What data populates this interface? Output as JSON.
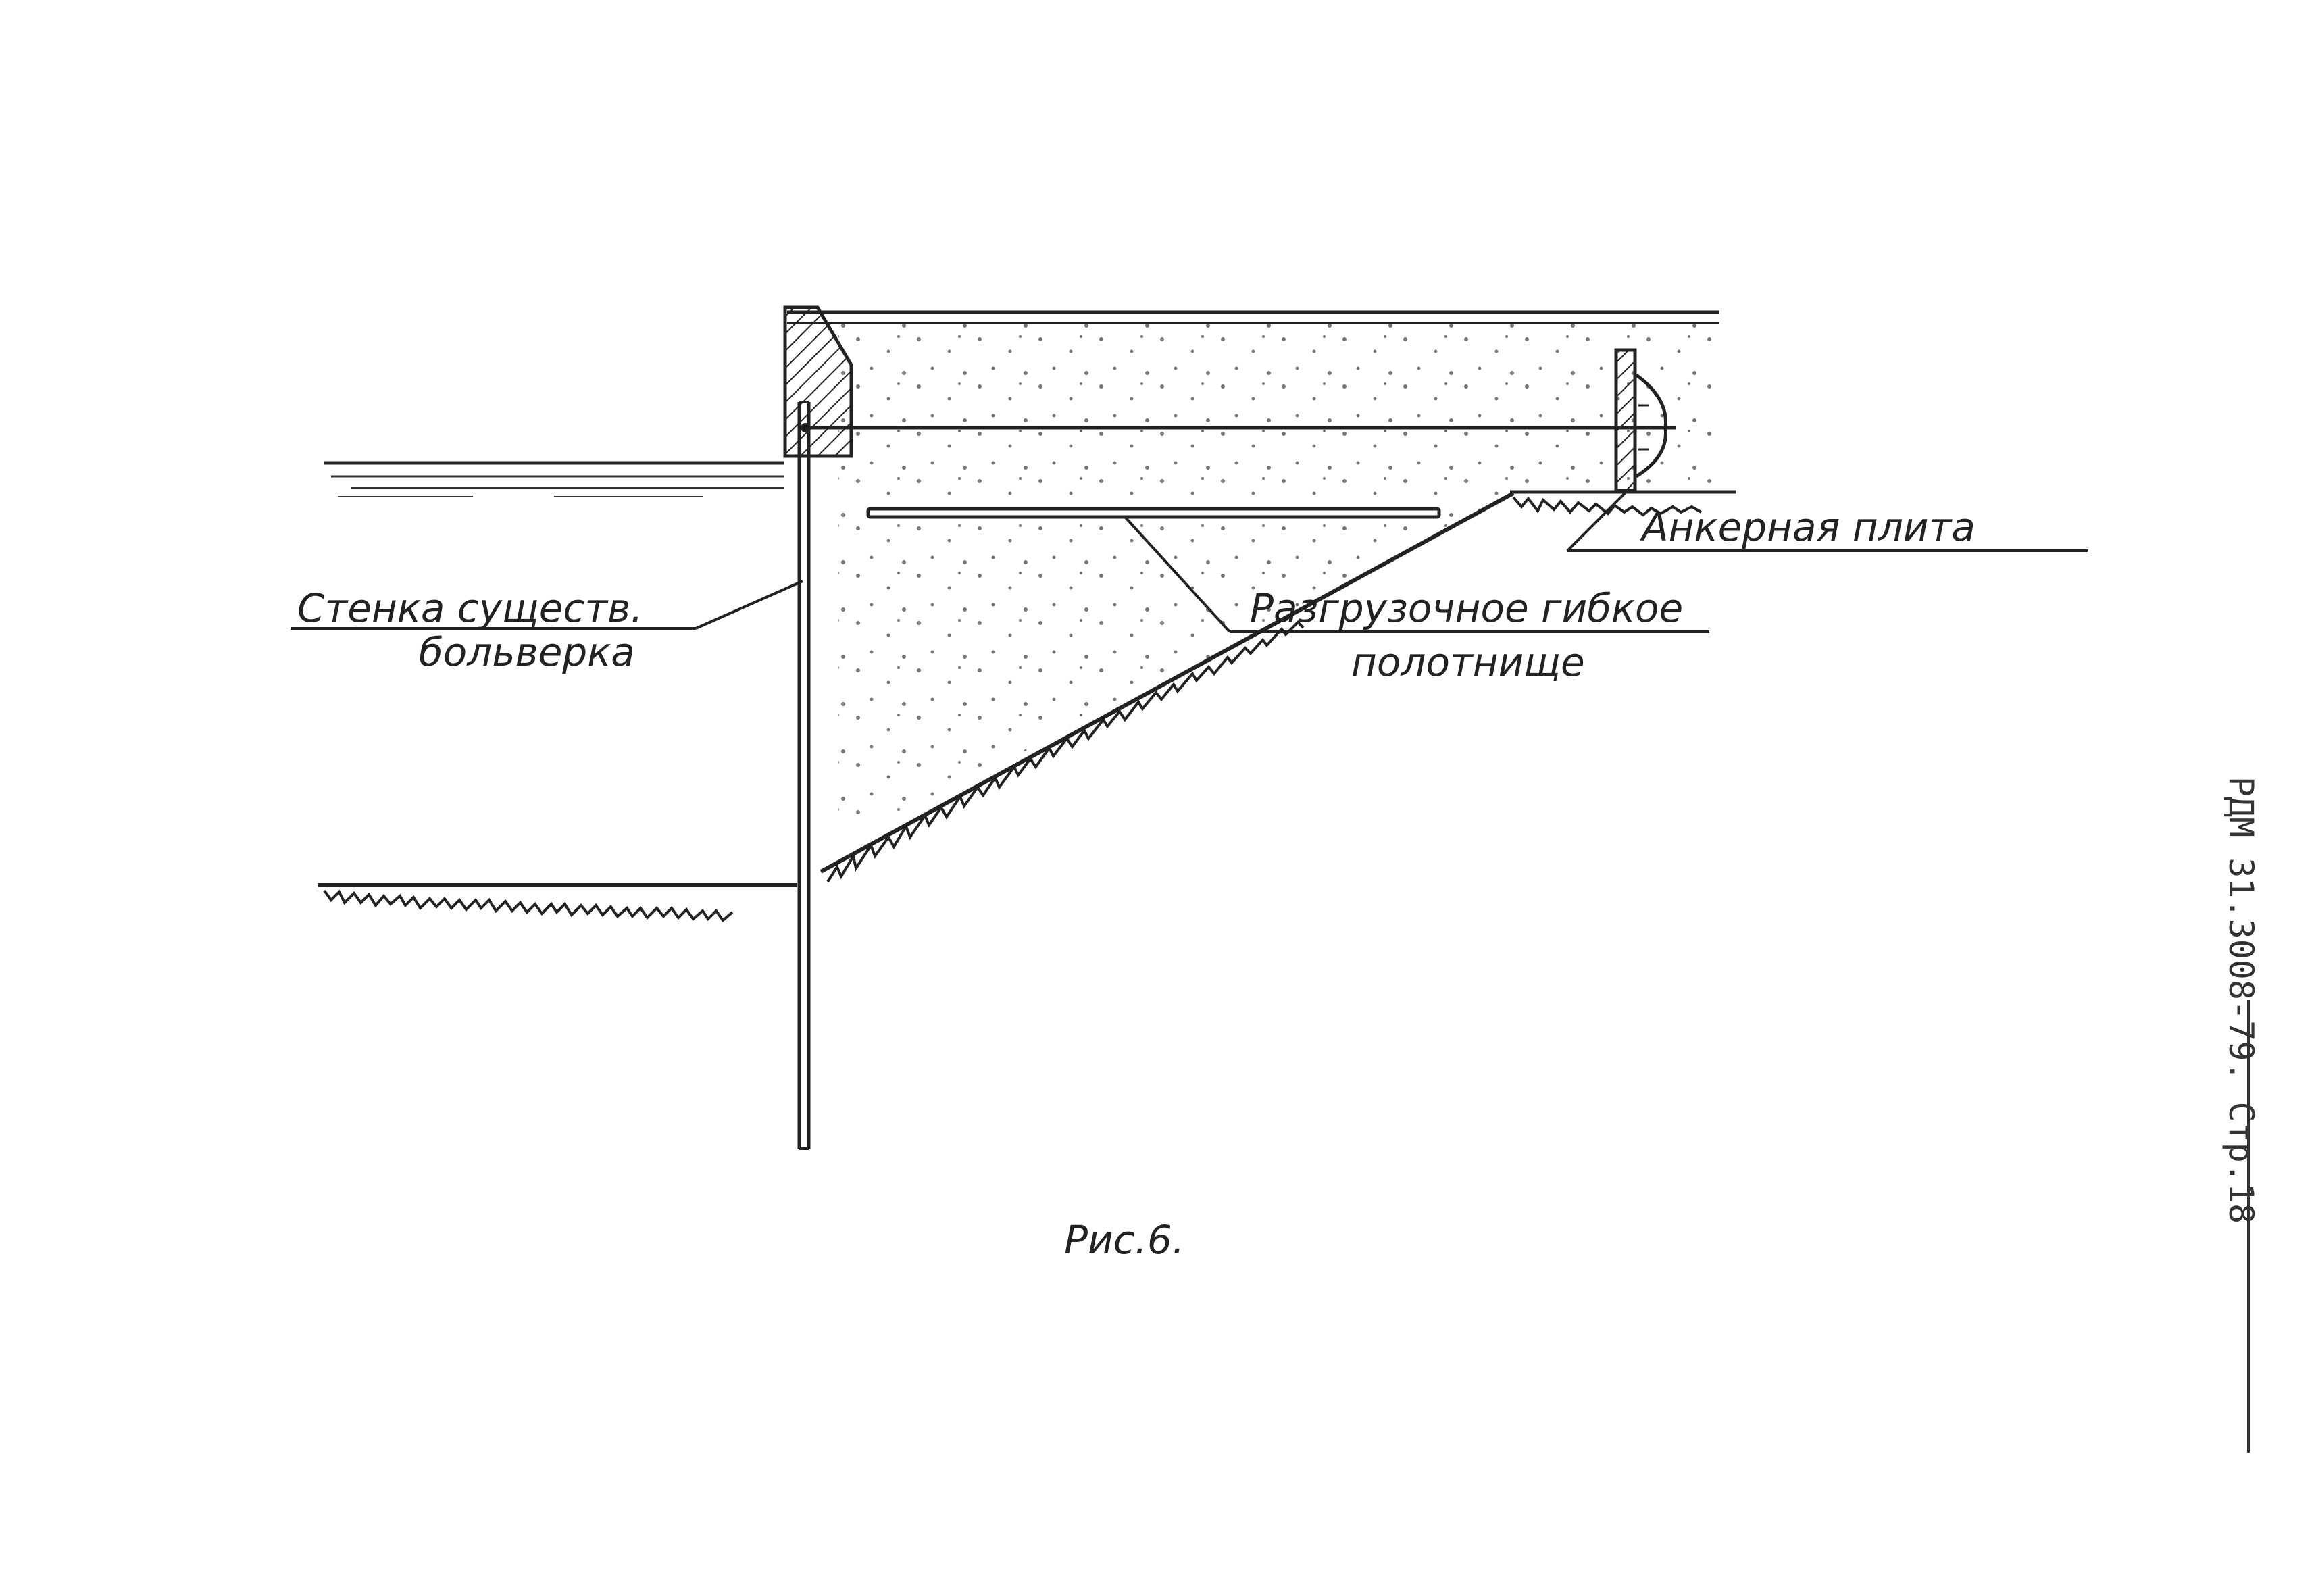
{
  "labels": {
    "wall_line1": "Стенка существ.",
    "wall_line2": "больверка",
    "anchor_plate": "Анкерная плита",
    "relief_line1": "Разгрузочное гибкое",
    "relief_line2": "полотнище",
    "figure_caption": "Рис.6.",
    "side_stamp": "РДМ 31.3008-79. Стр.18"
  },
  "colors": {
    "ink": "#222222",
    "paper": "#ffffff"
  }
}
